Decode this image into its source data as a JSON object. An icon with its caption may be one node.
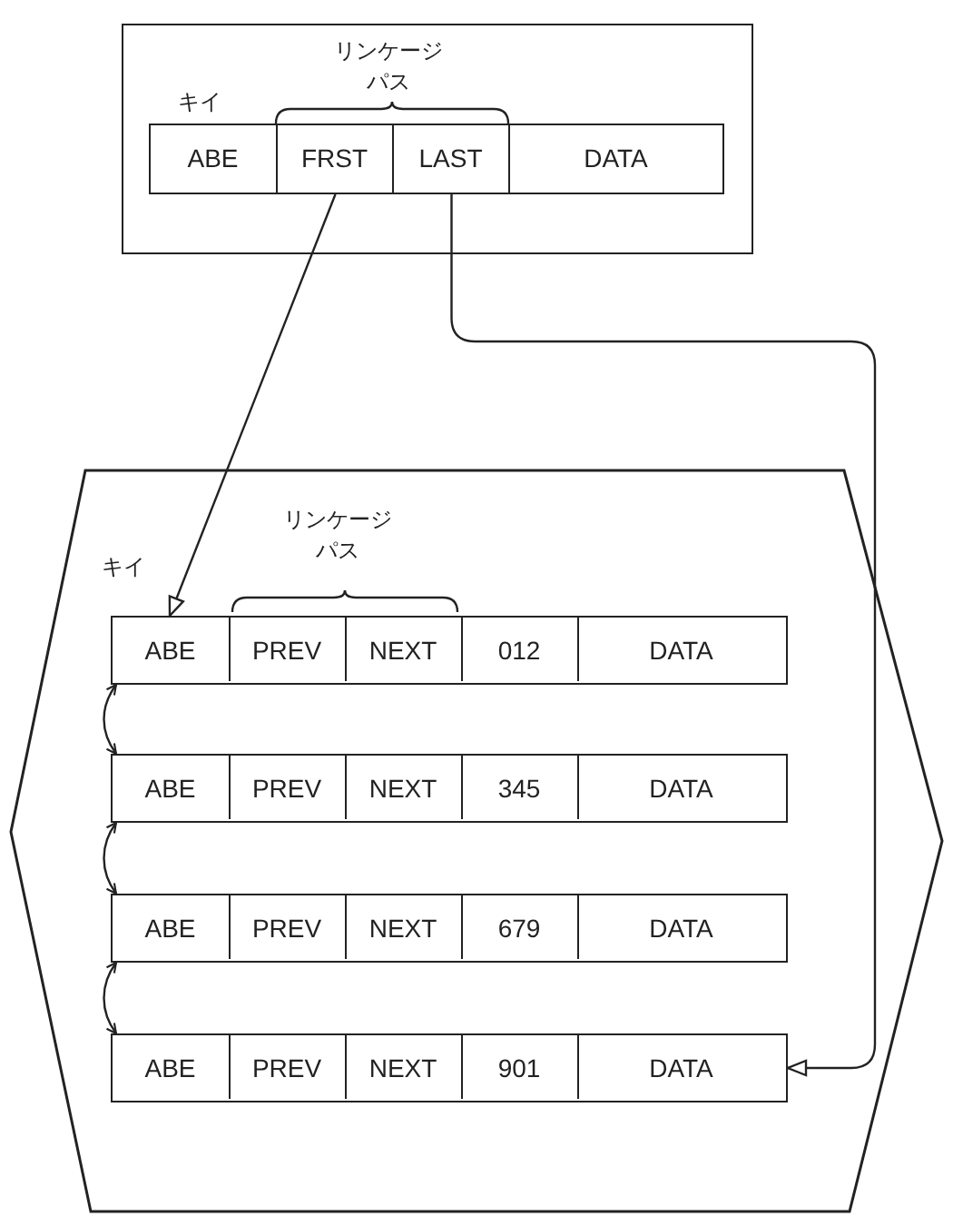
{
  "diagram": {
    "nodes": [
      {
        "text": [],
        "shape": "box"
      },
      {
        "text": [
          "ABE"
        ],
        "in": 0
      },
      {
        "text": [
          "FRST"
        ],
        "in": 0
      },
      {
        "text": [
          "LAST"
        ],
        "in": 0
      },
      {
        "text": [
          "DATA"
        ],
        "in": 0
      },
      {
        "text": [],
        "shape": "hexagon"
      },
      {
        "text": [],
        "shape": "box",
        "in": 5
      },
      {
        "text": [
          "ABE"
        ],
        "in": 6
      },
      {
        "text": [
          "PREV"
        ],
        "in": 6
      },
      {
        "text": [
          "NEXT"
        ],
        "in": 6
      },
      {
        "text": [
          "012"
        ],
        "in": 6
      },
      {
        "text": [
          "DATA"
        ],
        "in": 6
      },
      {
        "text": [],
        "shape": "box",
        "in": 5
      },
      {
        "text": [
          "ABE"
        ],
        "in": 12
      },
      {
        "text": [
          "PREV"
        ],
        "in": 12
      },
      {
        "text": [
          "NEXT"
        ],
        "in": 12
      },
      {
        "text": [
          "345"
        ],
        "in": 12
      },
      {
        "text": [
          "DATA"
        ],
        "in": 12
      },
      {
        "text": [],
        "shape": "box",
        "in": 5
      },
      {
        "text": [
          "ABE"
        ],
        "in": 18
      },
      {
        "text": [
          "PREV"
        ],
        "in": 18
      },
      {
        "text": [
          "NEXT"
        ],
        "in": 18
      },
      {
        "text": [
          "679"
        ],
        "in": 18
      },
      {
        "text": [
          "DATA"
        ],
        "in": 18
      },
      {
        "text": [],
        "shape": "box",
        "in": 5
      },
      {
        "text": [
          "ABE"
        ],
        "in": 24
      },
      {
        "text": [
          "PREV"
        ],
        "in": 24
      },
      {
        "text": [
          "NEXT"
        ],
        "in": 24
      },
      {
        "text": [
          "901"
        ],
        "in": 24
      },
      {
        "text": [
          "DATA"
        ],
        "in": 24
      }
    ],
    "edges": [
      {
        "from": 2,
        "to": 7,
        "arrow": "to"
      },
      {
        "from": 3,
        "to": 29,
        "arrow": "to"
      },
      {
        "from": 6,
        "to": 12,
        "arrow": "both"
      },
      {
        "from": 12,
        "to": 18,
        "arrow": "both"
      },
      {
        "from": 18,
        "to": 24,
        "arrow": "both"
      }
    ],
    "labels": [
      "リンケージパス",
      "キイ",
      "リンケージパス",
      "キイ"
    ]
  }
}
